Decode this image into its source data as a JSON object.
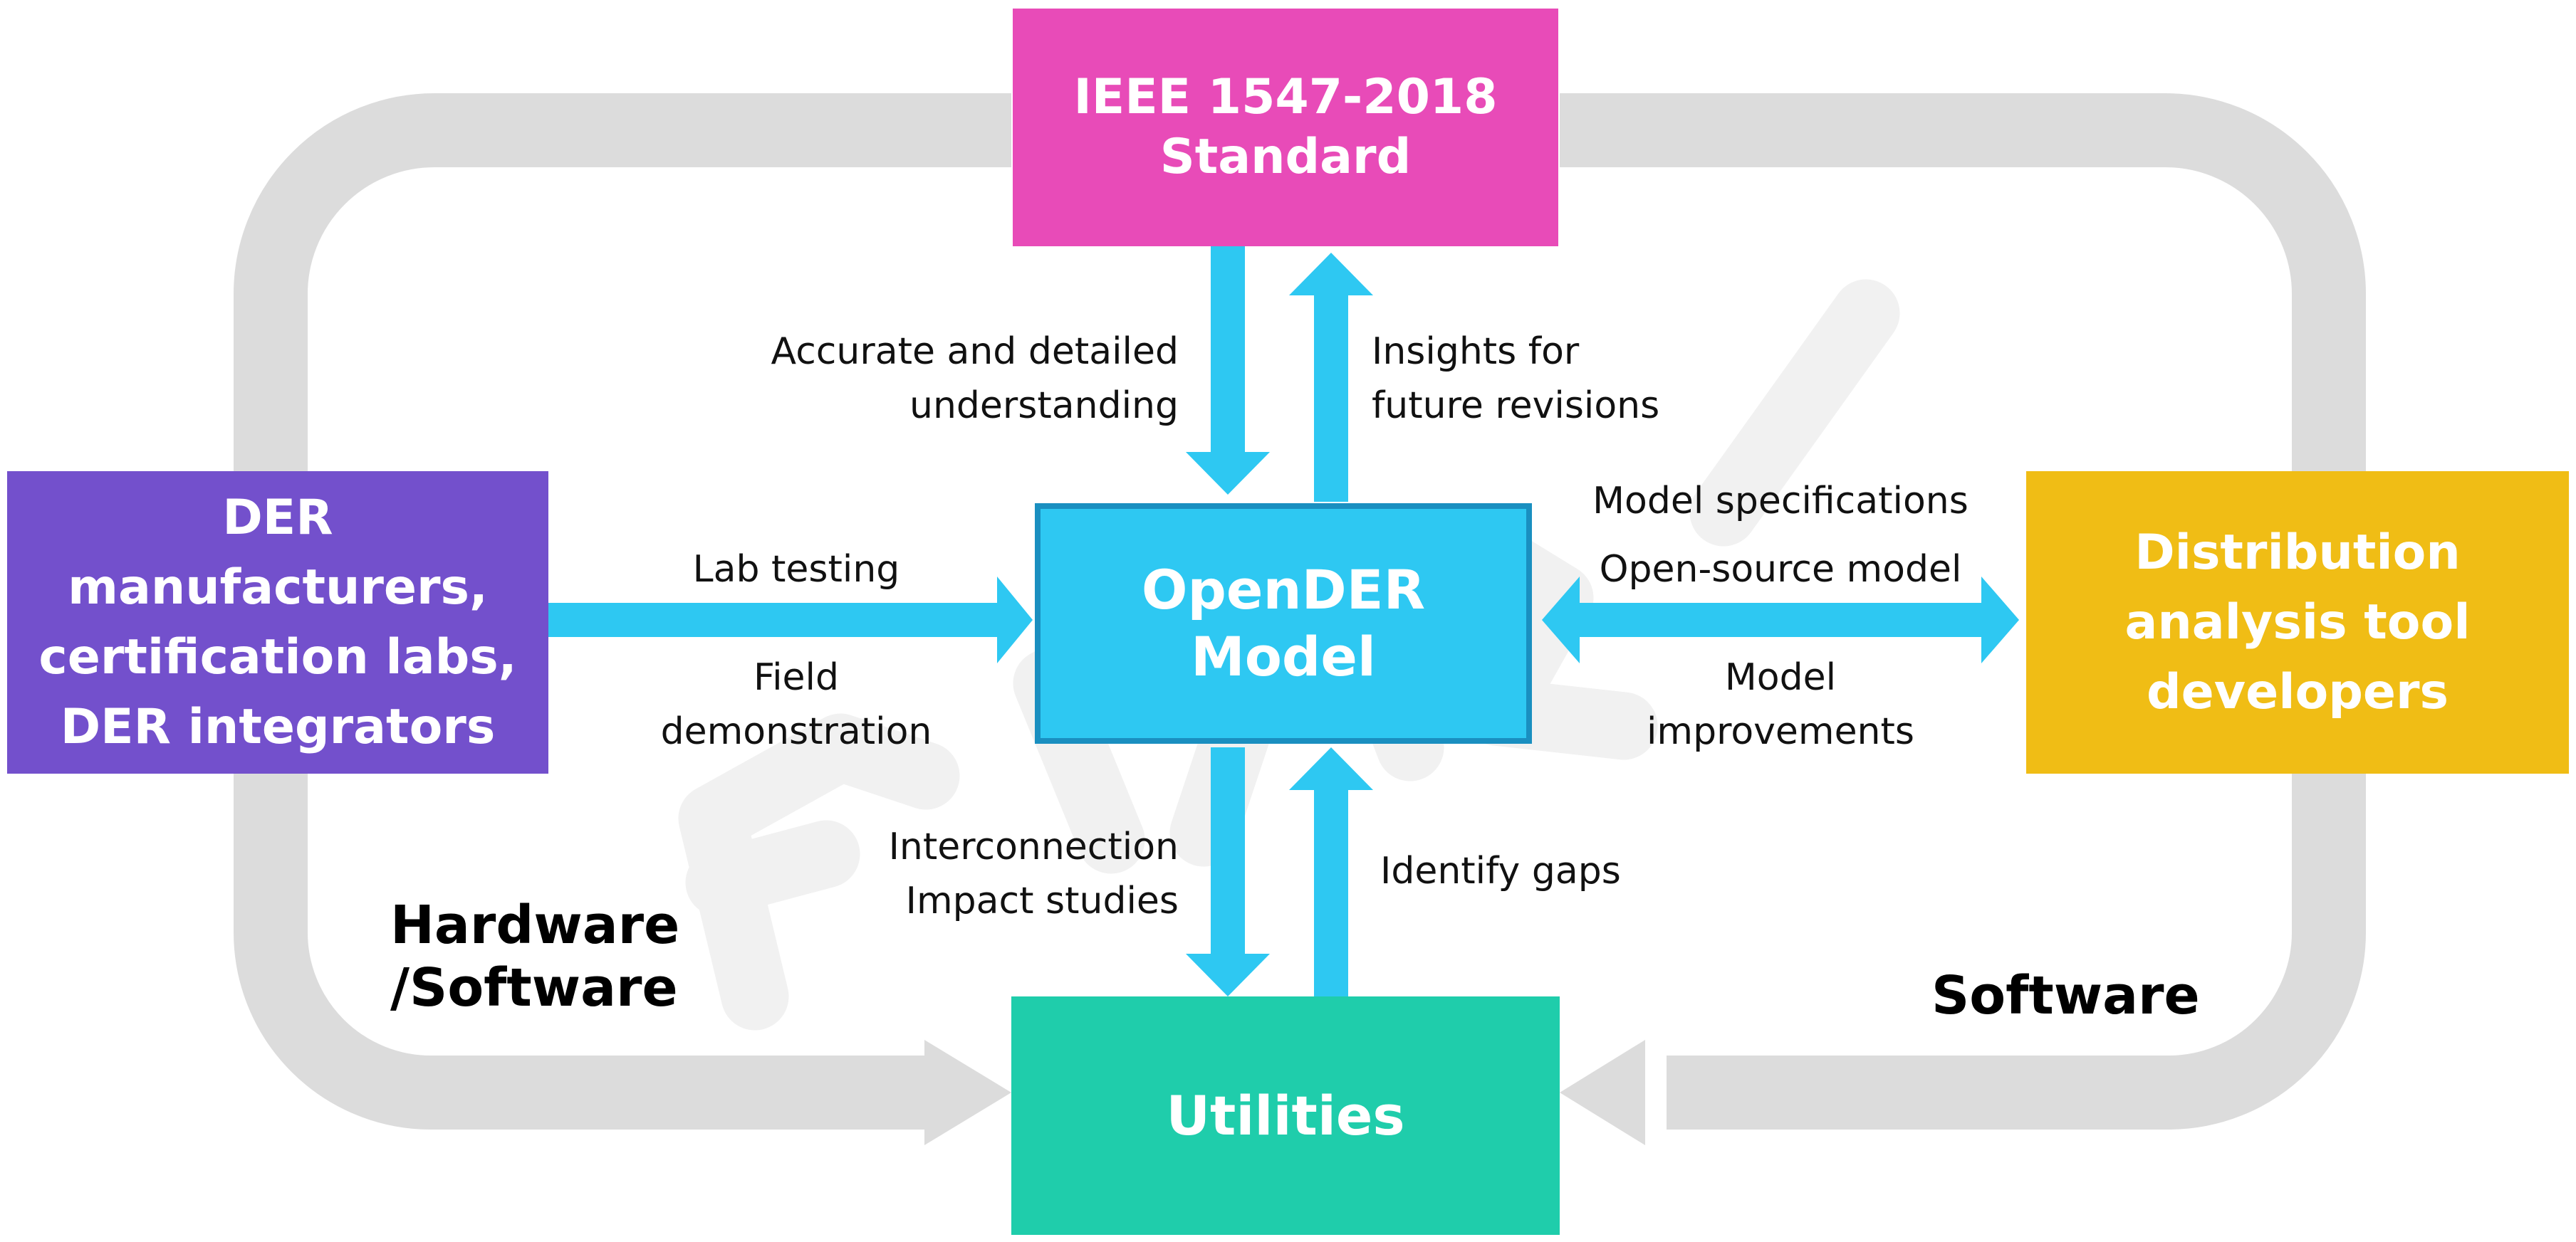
{
  "nodes": {
    "ieee": {
      "lines": [
        "IEEE 1547-2018",
        "Standard"
      ],
      "color": "#e84bb8"
    },
    "opender": {
      "lines": [
        "OpenDER",
        "Model"
      ],
      "color": "#2ec8f2",
      "border": "#1a8fc0"
    },
    "der": {
      "lines": [
        "DER manufacturers,",
        "certification labs,",
        "DER integrators"
      ],
      "color": "#7350cc"
    },
    "distribution": {
      "lines": [
        "Distribution",
        "analysis tool",
        "developers"
      ],
      "color": "#f0bd15"
    },
    "utilities": {
      "lines": [
        "Utilities"
      ],
      "color": "#1fcdab"
    }
  },
  "edge_labels": {
    "accurate": [
      "Accurate and detailed",
      "understanding"
    ],
    "insights": [
      "Insights for",
      "future revisions"
    ],
    "lab_testing": [
      "Lab testing"
    ],
    "field_demo": [
      "Field",
      "demonstration"
    ],
    "model_specs": [
      "Model specifications"
    ],
    "open_source": [
      "Open-source model"
    ],
    "model_improvements": [
      "Model",
      "improvements"
    ],
    "interconnection": [
      "Interconnection",
      "Impact studies"
    ],
    "identify_gaps": [
      "Identify gaps"
    ]
  },
  "corner_labels": {
    "hardware_software": [
      "Hardware",
      "/Software"
    ],
    "software": [
      "Software"
    ]
  },
  "colors": {
    "arrow": "#2ec8f2",
    "loop": "#dcdcdc",
    "watermark": "#f1f1f1"
  }
}
